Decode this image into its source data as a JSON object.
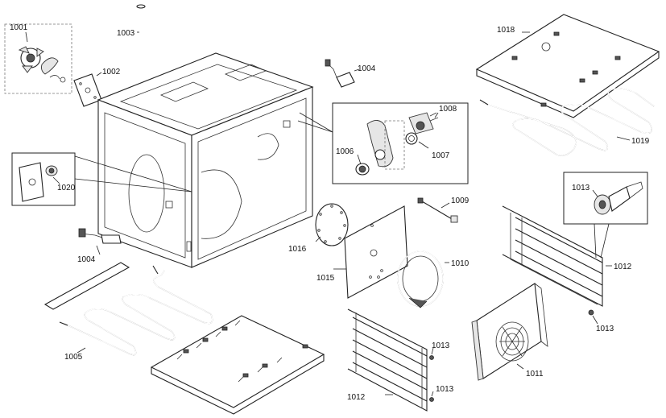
{
  "labels": {
    "p1001": "1001",
    "p1002": "1002",
    "p1003": "1003",
    "p1004a": "1004",
    "p1004b": "1004",
    "p1005": "1005",
    "p1006": "1006",
    "p1007": "1007",
    "p1008": "1008",
    "p1009": "1009",
    "p1010": "1010",
    "p1011": "1011",
    "p1012a": "1012",
    "p1012b": "1012",
    "p1013a": "1013",
    "p1013b": "1013",
    "p1013c": "1013",
    "p1013d": "1013",
    "p1015": "1015",
    "p1016": "1016",
    "p1018": "1018",
    "p1019": "1019",
    "p1020": "1020"
  }
}
